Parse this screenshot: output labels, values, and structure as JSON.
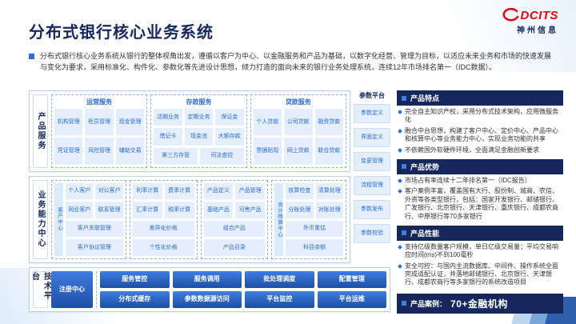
{
  "colors": {
    "brand_red": "#e60012",
    "navy": "#16275b",
    "accent_blue": "#2f6cd3",
    "cell_bg": "#e4effb"
  },
  "logo": {
    "brand": "DCITS",
    "company": "神州信息"
  },
  "title": "分布式银行核心业务系统",
  "intro": "分布式银行核心业务系统从银行的整体视角出发，遵循以客户为中心、以金融服务和产品为基础，以数字化经营、管理为目标，以适应未来业务和市场的快速发展与变化为要求，采用标准化、构件化、参数化等先进设计思想，倾力打造的面向未来的银行业务处理系统，连续12年市场排名第一（IDC数据）。",
  "diagram": {
    "row_labels": [
      "产品服务",
      "业务能力中心",
      "技术平台"
    ],
    "operation": {
      "title": "运营服务",
      "items": [
        "机构管理",
        "柜员管理",
        "现金管理",
        "凭证管理",
        "风险管理",
        "辅助交易"
      ]
    },
    "deposit": {
      "title": "存款服务",
      "items": [
        "活期业务",
        "定期业务",
        "保证金",
        "借记卡",
        "现金池",
        "大额存款",
        "第三方存管",
        "司法查控"
      ]
    },
    "loan": {
      "title": "贷款服务",
      "items": [
        "个人贷款",
        "公司贷款",
        "融资贷款",
        "票据贴现",
        "网上贷款",
        "联合贷款"
      ]
    },
    "param": {
      "title": "参数平台",
      "items": [
        "参数定义",
        "界面定义",
        "变更管理",
        "流程管理",
        "参数发布",
        "参数校验"
      ]
    },
    "customer": {
      "label": "客户中心",
      "items": [
        "个人客户",
        "对公客户",
        "同业客户",
        "联系管理",
        "客户关联管理",
        "客户协议管理"
      ]
    },
    "pricing": {
      "items": [
        "利率计算",
        "费率计算",
        "汇率计算",
        "税率计算",
        "差异化价格",
        "个性化价格"
      ]
    },
    "product": {
      "items": [
        "产品定义",
        "产品管理",
        "基础产品",
        "可售产品",
        "组合产品",
        "产品目录"
      ]
    },
    "accounting": {
      "label": "会计核算中心",
      "items": [
        "核算检查",
        "清算处理",
        "分账处理",
        "对账处理",
        "外币重估",
        "科目余额"
      ]
    },
    "tech": {
      "registry": "注册中心",
      "items": [
        "服务管控",
        "服务调用",
        "批处理调度",
        "配置管理",
        "分布式缓存",
        "参数数据源访问",
        "平台监控",
        "平台运维"
      ]
    }
  },
  "panels": [
    {
      "title": "产品特点",
      "bullets": [
        "完全自主知识产权，采用分布式技术架构，应用微服务化",
        "融合中台思想，构建了客户中心、定价中心、产品中心和核算中心等业务能力中心，实现业务功能的共享",
        "不依赖国外软硬件环境，全面满足金融创新要求"
      ]
    },
    {
      "title": "产品优势",
      "bullets": [
        "市场占有率连续十二年排名第一（IDC报告）",
        "客户案例丰富，覆盖国有大行、股份制、城商、农信、外资等各类型银行，包括：国家开发银行、邮储银行、广发银行、北京银行、天津银行、重庆银行、成都农商行、中原银行等70多家银行"
      ]
    },
    {
      "title": "产品性能",
      "bullets": [
        "支持亿级数量客户规模，单日亿级交易量；平均交易响应时间(ms)不到100毫秒",
        "安全可控：与国内主流数据库、中间件、操作系统全面完成适配认证，并落地邮储银行、北京银行、天津银行、成都农商行等多家银行的系统改造项目"
      ]
    }
  ],
  "case": {
    "label": "产品案例：",
    "value": "70+金融机构"
  }
}
